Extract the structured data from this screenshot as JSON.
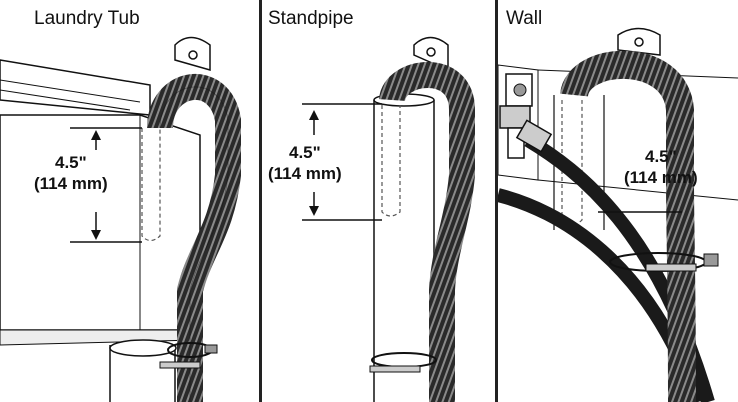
{
  "panels": [
    {
      "title": "Laundry Tub",
      "height_label": "4.5\"",
      "metric_label": "(114 mm)"
    },
    {
      "title": "Standpipe",
      "height_label": "4.5\"",
      "metric_label": "(114 mm)"
    },
    {
      "title": "Wall",
      "height_label": "4.5\"",
      "metric_label": "(114 mm)"
    }
  ]
}
